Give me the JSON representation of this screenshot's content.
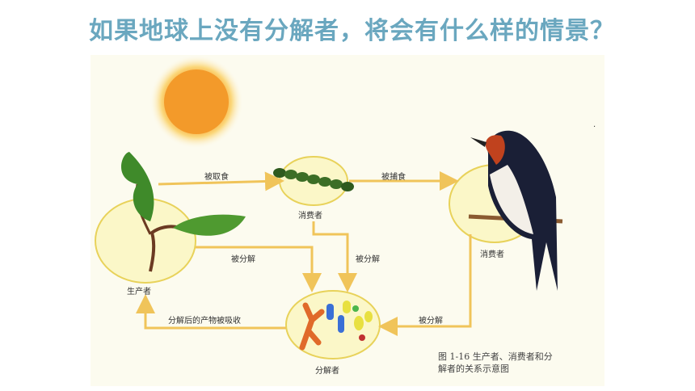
{
  "title": "如果地球上没有分解者，将会有什么样的情景？",
  "nodes": {
    "producer": "生产者",
    "consumer1": "消费者",
    "consumer2": "消费者",
    "decomposer": "分解者"
  },
  "edges": {
    "eaten": "被取食",
    "preyed": "被捕食",
    "decomposed_producer": "被分解",
    "decomposed_consumer1": "被分解",
    "decomposed_consumer2": "被分解",
    "absorbed": "分解后的产物被吸收"
  },
  "caption": {
    "line1": "图 1-16  生产者、消费者和分",
    "line2": "解者的关系示意图"
  },
  "colors": {
    "title": "#6aa7bf",
    "circle_fill": "#fbf7c8",
    "circle_stroke": "#e8d25a",
    "arrow": "#f0c45a",
    "sun": "#f39a2a"
  }
}
